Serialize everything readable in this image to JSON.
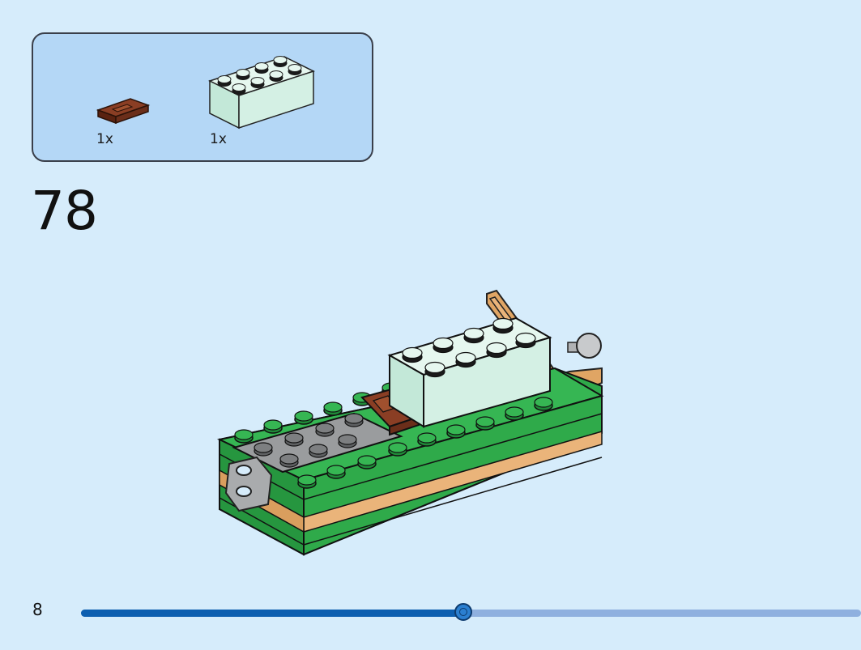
{
  "parts_list": {
    "items": [
      {
        "part": "brown-tile-1x2-grille",
        "color": "#6b2e1a",
        "quantity": "1x"
      },
      {
        "part": "light-aqua-brick-2x4",
        "color": "#cfeee3",
        "quantity": "1x"
      }
    ]
  },
  "step": {
    "number": "78"
  },
  "page": {
    "number": "8"
  },
  "progress": {
    "fraction": 0.49
  },
  "colors": {
    "background": "#d6ecfb",
    "parts_box": "#b4d7f6",
    "green": "#2faa4a",
    "tan": "#eab47a",
    "gray": "#8a8c8f",
    "progress_fill": "#0d5fb0",
    "progress_track": "#8fb0df"
  }
}
